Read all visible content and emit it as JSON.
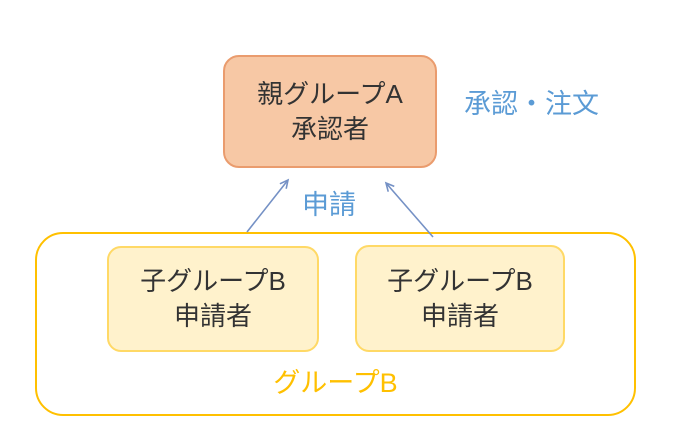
{
  "diagram": {
    "parent_box": {
      "line1": "親グループA",
      "line2": "承認者"
    },
    "approve_label": "承認・注文",
    "request_label": "申請",
    "child_box_left": {
      "line1": "子グループB",
      "line2": "申請者"
    },
    "child_box_right": {
      "line1": "子グループB",
      "line2": "申請者"
    },
    "group_label": "グループB",
    "colors": {
      "parent_fill": "#F7C8A5",
      "parent_border": "#EA9C6E",
      "child_fill": "#FFF2CC",
      "child_border": "#FFD966",
      "group_border": "#FFC000",
      "group_label_color": "#FFC000",
      "blue_label": "#5B9BD5",
      "arrow": "#7591C5",
      "text": "#333333"
    }
  }
}
